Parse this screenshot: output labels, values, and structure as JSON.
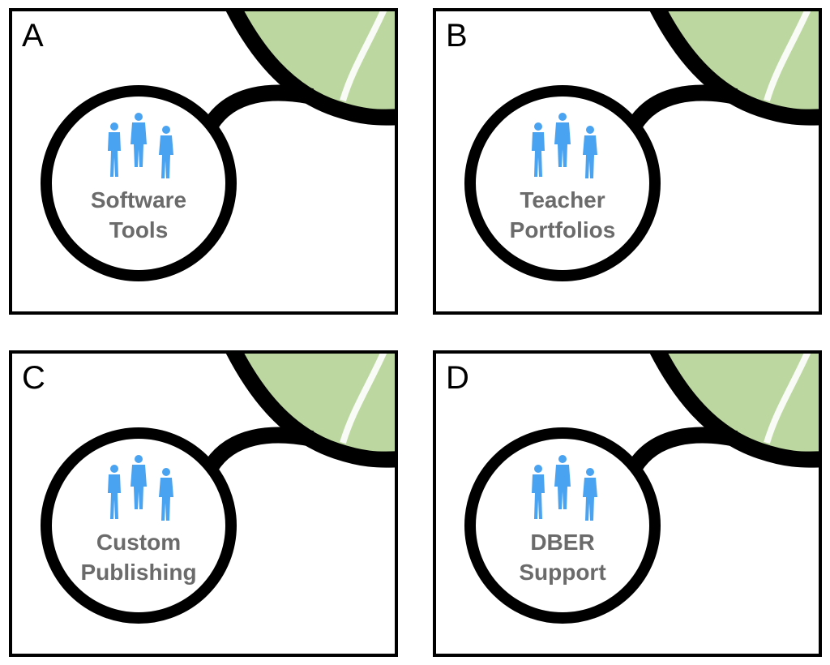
{
  "panels": [
    {
      "letter": "A",
      "label_line1": "Software",
      "label_line2": "Tools"
    },
    {
      "letter": "B",
      "label_line1": "Teacher",
      "label_line2": "Portfolios"
    },
    {
      "letter": "C",
      "label_line1": "Custom",
      "label_line2": "Publishing"
    },
    {
      "letter": "D",
      "label_line1": "DBER",
      "label_line2": "Support"
    }
  ],
  "colors": {
    "outline": "#000000",
    "hub_fill": "#bdd7a0",
    "people": "#4aa3f0",
    "label_text": "#6b6b6b"
  },
  "icons": [
    "people-group-icon"
  ]
}
